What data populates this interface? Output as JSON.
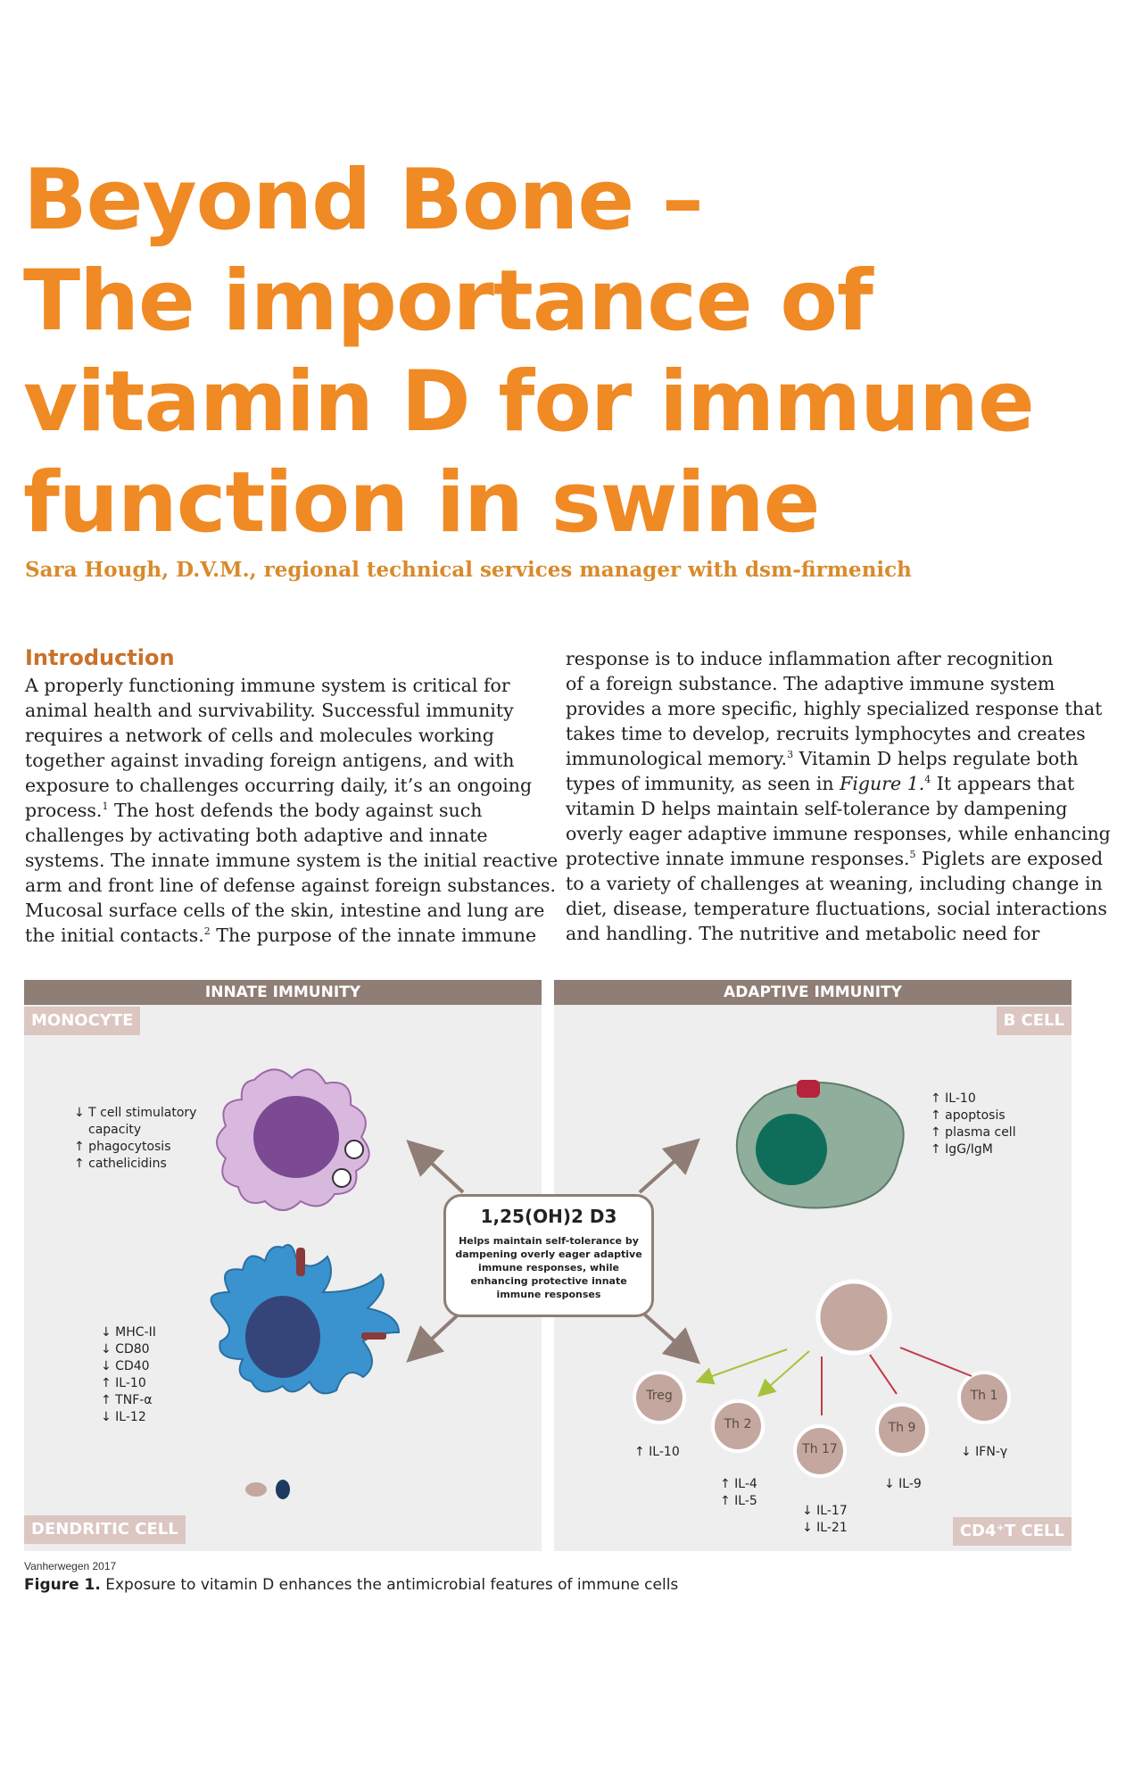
{
  "title_lines": [
    "Beyond Bone –",
    "The importance of",
    "vitamin D for immune",
    "function in swine"
  ],
  "byline": "Sara Hough, D.V.M., regional technical services manager with dsm-firmenich",
  "left_column": {
    "heading": "Introduction",
    "lines": [
      "A properly functioning immune system is critical for",
      "animal health and survivability. Successful immunity",
      "requires a network of cells and molecules working",
      "together against invading foreign antigens, and with",
      "exposure to challenges occurring daily, it’s an ongoing",
      "process.",
      "The host defends the body against such",
      "challenges by activating both adaptive and innate",
      "systems. The innate immune system is the initial reactive",
      "arm and front line of defense against foreign substances.",
      "Mucosal surface cells of the skin, intestine and lung are",
      "the initial contacts.",
      "The purpose of the innate immune"
    ],
    "ref1": "1",
    "ref2": "2"
  },
  "right_column": {
    "lines": [
      "response is to induce inflammation after recognition",
      "of a foreign substance. The adaptive immune system",
      "provides a more specific, highly specialized response that",
      "takes time to develop, recruits lymphocytes and creates",
      "immunological memory.",
      "Vitamin D helps regulate both",
      "types of immunity, as seen in",
      "Figure 1.",
      "It appears that",
      "vitamin D helps maintain self-tolerance by dampening",
      "overly eager adaptive immune responses, while enhancing",
      "protective innate immune responses.",
      "Piglets are exposed",
      "to a variety of challenges at weaning, including change in",
      "diet, disease, temperature fluctuations, social interactions",
      "and handling. The nutritive and metabolic need for"
    ],
    "ref3": "3",
    "ref4": "4",
    "ref5": "5"
  },
  "figure": {
    "innate_header": "INNATE IMMUNITY",
    "adaptive_header": "ADAPTIVE IMMUNITY",
    "monocyte": "MONOCYTE",
    "b_cell": "B CELL",
    "dendritic_cell": "DENDRITIC CELL",
    "cd4_cell": "CD4⁺T CELL",
    "monocyte_effects": [
      "↓ T cell stimulatory",
      "capacity",
      "↑ phagocytosis",
      "↑ cathelicidins"
    ],
    "bcell_effects": [
      "↑ IL-10",
      "↑ apoptosis",
      "↑ plasma cell",
      "↑ IgG/IgM"
    ],
    "dendritic_effects": [
      "↓ MHC-II",
      "↓ CD80",
      "↓ CD40",
      "↑ IL-10",
      "↑ TNF-α",
      "↓ IL-12"
    ],
    "center_title": "1,25(OH)2 D3",
    "center_text": "Helps maintain self-tolerance by dampening overly eager adaptive immune responses, while enhancing protective innate immune responses",
    "tcells": {
      "treg": "Treg",
      "th2": "Th 2",
      "th17": "Th 17",
      "th9": "Th 9",
      "th1": "Th 1"
    },
    "tcell_effects": {
      "treg": "↑ IL-10",
      "th2": [
        "↑ IL-4",
        "↑ IL-5"
      ],
      "th17": [
        "↓ IL-17",
        "↓ IL-21"
      ],
      "th9": "↓ IL-9",
      "th1": "↓ IFN-γ"
    },
    "colors": {
      "header": "#8f7e76",
      "label_bg": "#dbc6c1",
      "monocyte": "#c9a3cf",
      "nucleus": "#7b4a93",
      "dendritic": "#3a93cf",
      "bcell": "#8fae9c",
      "tcell": "#c4a79f"
    }
  },
  "source": "Vanherwegen 2017",
  "caption_bold": "Figure 1.",
  "caption_text": " Exposure to vitamin D enhances the antimicrobial features of immune cells"
}
